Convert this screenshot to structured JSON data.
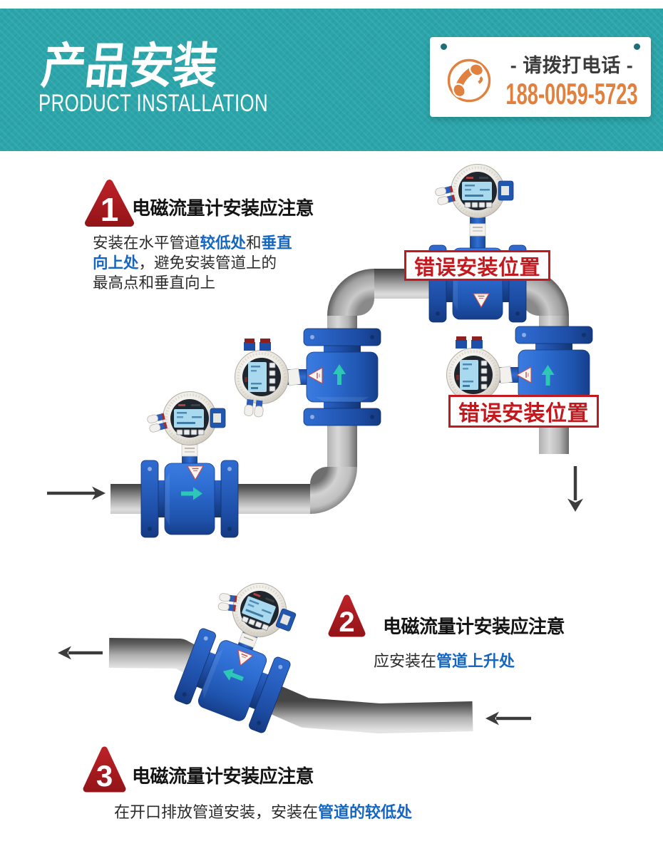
{
  "header": {
    "title": "产品安装",
    "subtitle": "PRODUCT INSTALLATION",
    "bg_color": "#2aa5aa",
    "phone_card": {
      "label": "- 请拨打电话 -",
      "number": "188-0059-5723",
      "accent_color": "#e0813f"
    }
  },
  "sections": {
    "s1": {
      "num": "1",
      "heading": "电磁流量计安装应注意",
      "line1_a": "安装在水平管道",
      "line1_b": "较低处",
      "line1_c": "和",
      "line1_d": "垂直",
      "line2_a": "向上处",
      "line2_b": "，避免安装管道上的",
      "line3": "最高点和垂直向上"
    },
    "s2": {
      "num": "2",
      "heading": "电磁流量计安装应注意",
      "body_a": "应安装在",
      "body_b": "管道上升处"
    },
    "s3": {
      "num": "3",
      "heading": "电磁流量计安装应注意",
      "body_a": "在开口排放管道安装，安装在",
      "body_b": "管道的较低处"
    }
  },
  "labels": {
    "wrong_position_1": "错误安装位置",
    "wrong_position_2": "错误安装位置"
  },
  "colors": {
    "highlight_blue": "#1566c1",
    "warning_red": "#c2191e",
    "marker_red": "#a91d22",
    "meter_blue": "#2a63c4",
    "flow_arrow_teal": "#2cc7b5"
  }
}
